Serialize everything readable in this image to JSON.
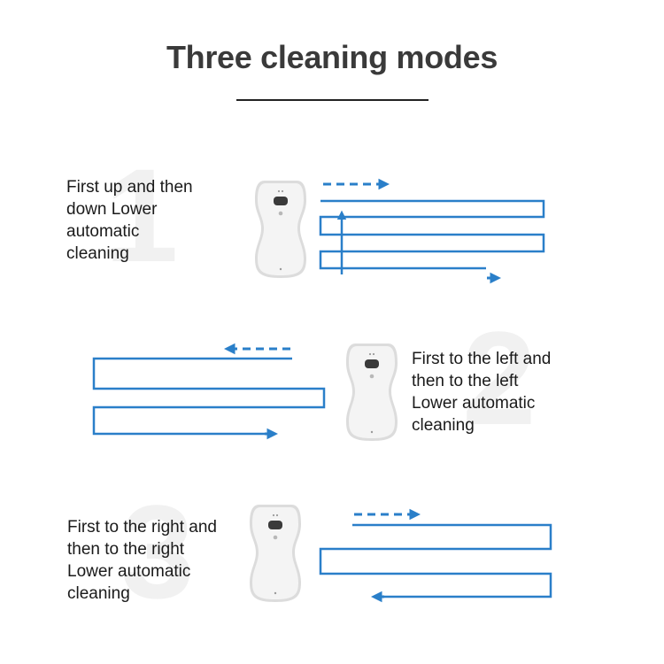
{
  "title": "Three cleaning modes",
  "colors": {
    "path_blue": "#2a7fc9",
    "title_text": "#3a3a3a",
    "watermark": "#f1f1f1"
  },
  "icons": {
    "robot": "window-cleaning-robot-icon"
  },
  "modes": [
    {
      "number": "1",
      "description_lines": [
        "First up and then",
        "down  Lower",
        "automatic",
        "cleaning"
      ]
    },
    {
      "number": "2",
      "description_lines": [
        "First to the left and",
        "then to the left",
        "Lower automatic",
        "cleaning"
      ]
    },
    {
      "number": "3",
      "description_lines": [
        "First to the right and",
        "then to the right",
        "Lower automatic",
        "cleaning"
      ]
    }
  ]
}
